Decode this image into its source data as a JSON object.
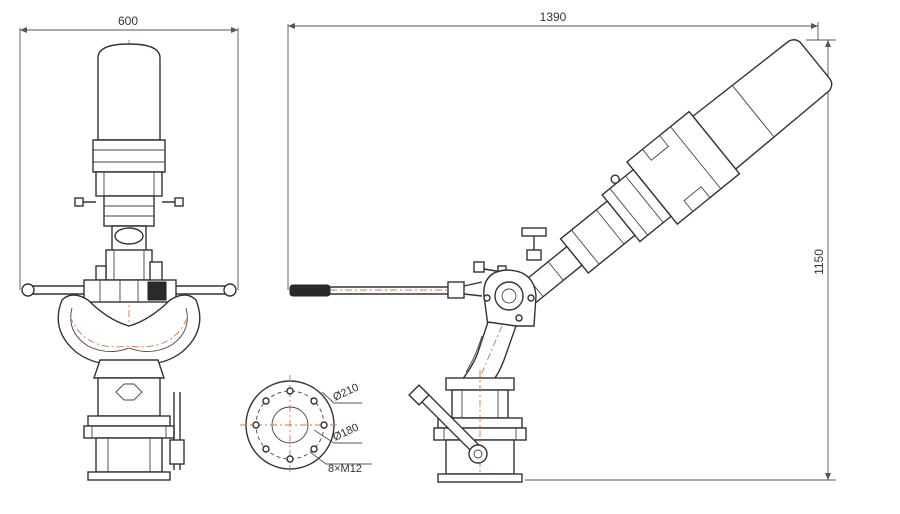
{
  "dimensions": {
    "front_width": "600",
    "side_length": "1390",
    "side_height": "1150"
  },
  "flange": {
    "outer_diameter": "Ø210",
    "bolt_circle": "Ø180",
    "bolts": "8×M12"
  },
  "colors": {
    "line": "#333333",
    "centerline": "#e0703a"
  }
}
